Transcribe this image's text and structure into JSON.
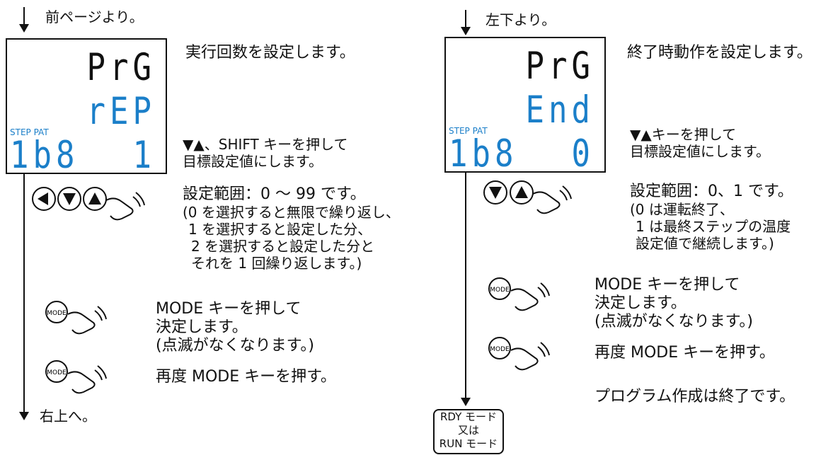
{
  "left": {
    "from_label": "前ページより。",
    "lcd": {
      "top": "PrG",
      "mid": "rEP",
      "step_label": "STEP PAT",
      "step_value": "1b8",
      "value": "1"
    },
    "title": "実行回数を設定します。",
    "instr1": [
      "▼▲、SHIFT キーを押して",
      "目標設定値にします。"
    ],
    "range": [
      "設定範囲：0 〜 99 です。",
      "(0 を選択すると無限で繰り返し、",
      "1 を選択すると設定した分、",
      "2 を選択すると設定した分と",
      "それを 1 回繰り返します。)"
    ],
    "mode_confirm": [
      "MODE キーを押して",
      "決定します。",
      "(点滅がなくなります。)"
    ],
    "mode_again": "再度 MODE キーを押す。",
    "to_label": "右上へ。"
  },
  "right": {
    "from_label": "左下より。",
    "lcd": {
      "top": "PrG",
      "mid": "End",
      "step_label": "STEP PAT",
      "step_value": "1b8",
      "value": "0"
    },
    "title": "終了時動作を設定します。",
    "instr1": [
      "▼▲キーを押して",
      "目標設定値にします。"
    ],
    "range": [
      "設定範囲：0、1 です。",
      "(0 は運転終了、",
      "1 は最終ステップの温度",
      "設定値で継続します。)"
    ],
    "mode_confirm": [
      "MODE キーを押して",
      "決定します。",
      "(点滅がなくなります。)"
    ],
    "mode_again": "再度 MODE キーを押す。",
    "end_text": "プログラム作成は終了です。",
    "rdy_box": [
      "RDY モード",
      "又は",
      "RUN モード"
    ]
  },
  "keys": {
    "mode_key_label": "MODE",
    "icons": [
      "left-triangle-key-icon",
      "down-triangle-key-icon",
      "up-triangle-key-icon",
      "mode-key-icon",
      "pressing-finger-icon"
    ]
  }
}
